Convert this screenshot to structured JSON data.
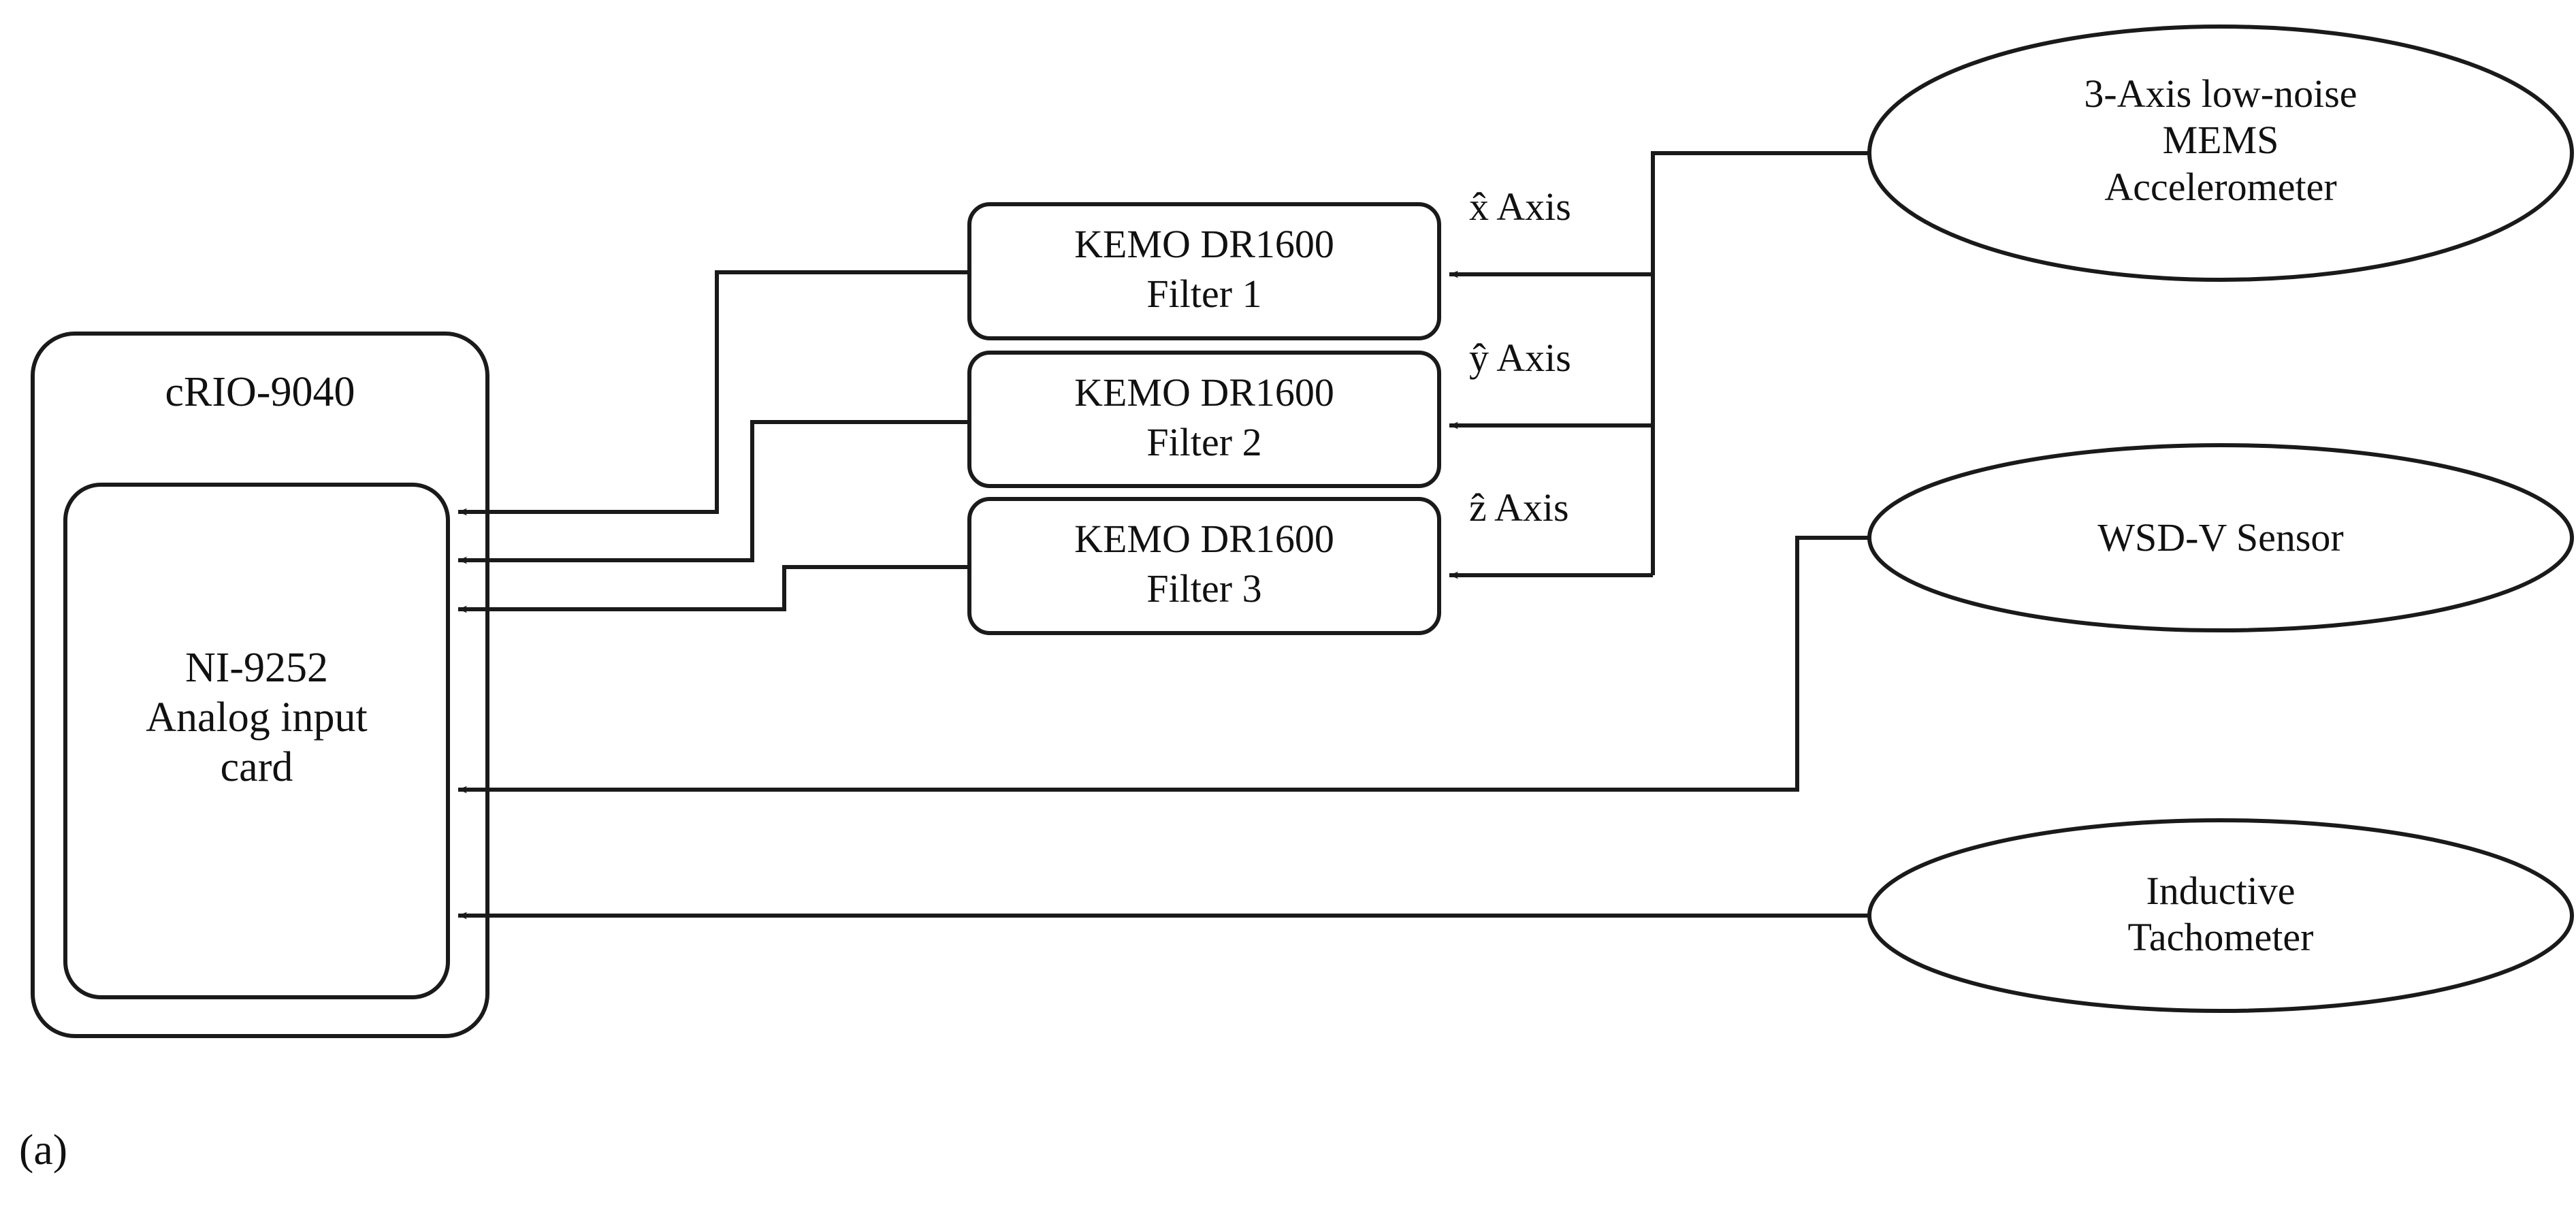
{
  "figure": {
    "caption": "(a)",
    "stroke_color": "#1a1a1a",
    "background_color": "#ffffff"
  },
  "controller": {
    "outer_box": {
      "title": "cRIO-9040"
    },
    "inner_box": {
      "title": "NI-9252\nAnalog input\ncard"
    }
  },
  "filters": [
    {
      "model": "KEMO DR1600",
      "name": "Filter 1"
    },
    {
      "model": "KEMO DR1600",
      "name": "Filter 2"
    },
    {
      "model": "KEMO DR1600",
      "name": "Filter 3"
    }
  ],
  "axis_labels": [
    {
      "symbol": "x",
      "hat": "̂",
      "text": " Axis",
      "full": "x̂ Axis"
    },
    {
      "symbol": "y",
      "hat": "̂",
      "text": " Axis",
      "full": "ŷ Axis"
    },
    {
      "symbol": "z",
      "hat": "̂",
      "text": " Axis",
      "full": "ẑ Axis"
    }
  ],
  "sensors": [
    {
      "label": "3-Axis low-noise\nMEMS\nAccelerometer"
    },
    {
      "label": "WSD-V Sensor"
    },
    {
      "label": "Inductive\nTachometer"
    }
  ]
}
